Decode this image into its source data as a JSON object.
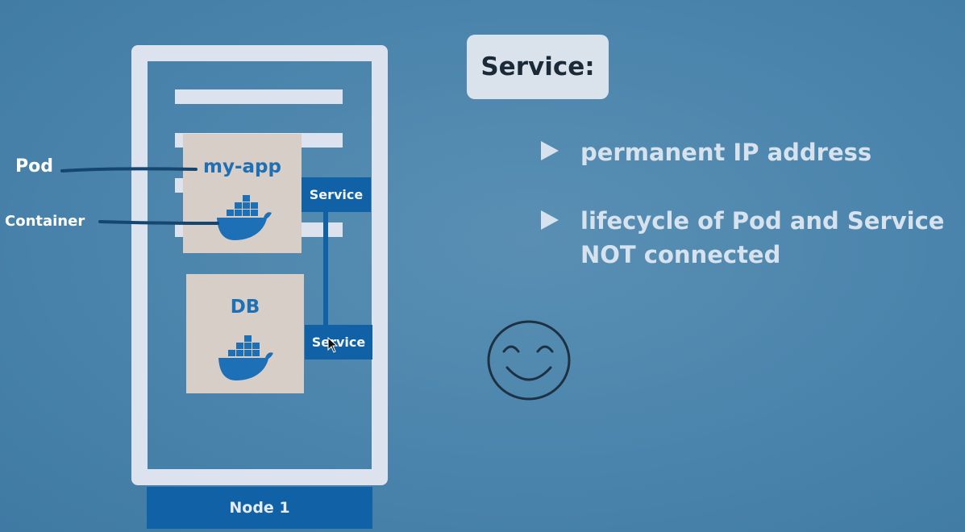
{
  "diagram": {
    "node_label": "Node 1",
    "pod_label": "Pod",
    "container_label": "Container",
    "app_pod": {
      "title": "my-app",
      "service": "Service"
    },
    "db_pod": {
      "title": "DB",
      "service": "Service"
    },
    "icons": [
      "docker-whale-icon",
      "docker-whale-icon",
      "smiley-icon",
      "play-triangle-icon"
    ]
  },
  "panel": {
    "title": "Service:",
    "bullets": [
      {
        "line1": "permanent IP address"
      },
      {
        "line1": "lifecycle of Pod and Service",
        "line2": "NOT connected"
      }
    ]
  },
  "colors": {
    "background": "#4a84ac",
    "service_blue": "#1161a6",
    "pod_fill": "#d8cec8",
    "frame": "#dde3ee",
    "title_text": "#1d6fb6"
  }
}
